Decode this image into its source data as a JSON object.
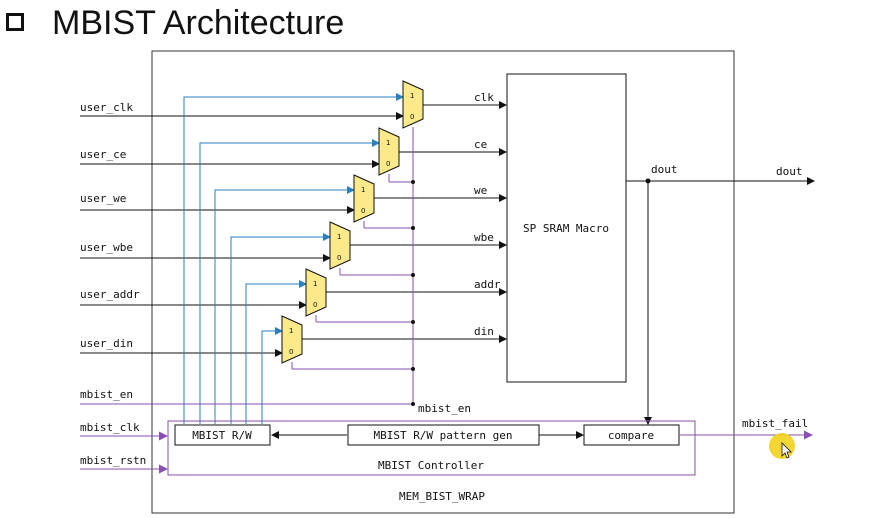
{
  "title": "MBIST Architecture",
  "inputs": [
    "user_clk",
    "user_ce",
    "user_we",
    "user_wbe",
    "user_addr",
    "user_din",
    "mbist_en",
    "mbist_clk",
    "mbist_rstn"
  ],
  "sram_ports": [
    "clk",
    "ce",
    "we",
    "wbe",
    "addr",
    "din"
  ],
  "sram_label": "SP SRAM Macro",
  "dout_internal": "dout",
  "dout_output": "dout",
  "mbist_en_label": "mbist_en",
  "mbist_fail_label": "mbist_fail",
  "mux_one": "1",
  "mux_zero": "0",
  "blocks": {
    "rw": "MBIST R/W",
    "pattern_gen": "MBIST R/W pattern gen",
    "compare": "compare",
    "controller": "MBIST Controller",
    "wrap": "MEM_BIST_WRAP"
  },
  "colors": {
    "mux_fill": "#fbe98a",
    "blue_line": "#2a7fbf",
    "purple_line": "#8a4fb5",
    "black_line": "#111111",
    "cursor_highlight": "#f2d21b"
  }
}
